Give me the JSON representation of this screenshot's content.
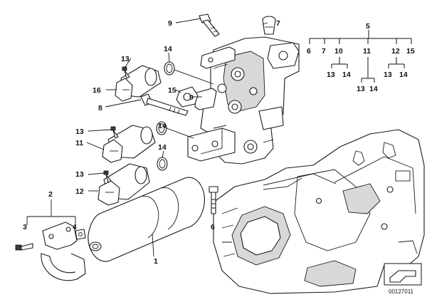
{
  "callouts": [
    "1",
    "2",
    "3",
    "4",
    "5",
    "6",
    "7",
    "8",
    "9",
    "10",
    "11",
    "12",
    "13",
    "14",
    "15",
    "16"
  ],
  "callout_refs": {
    "left_9": "9",
    "top_7": "7",
    "top_14": "14",
    "left_13a": "13",
    "left_16": "16",
    "mid_15": "15",
    "mid_9": "9",
    "left_8": "8",
    "left_13b": "13",
    "left_11": "11",
    "mid_14a": "14",
    "mid_14b": "14",
    "left_13c": "13",
    "left_12": "12",
    "bolt_6": "6",
    "label_2": "2",
    "label_3": "3",
    "label_4": "4",
    "label_1": "1"
  },
  "kit_tree": {
    "root": "5",
    "children": [
      "6",
      "7",
      "10",
      "11",
      "12",
      "15"
    ],
    "sub_10": [
      "13",
      "14"
    ],
    "sub_11": [
      "13",
      "14"
    ],
    "sub_12": [
      "13",
      "14"
    ]
  },
  "image_code": "00127011"
}
